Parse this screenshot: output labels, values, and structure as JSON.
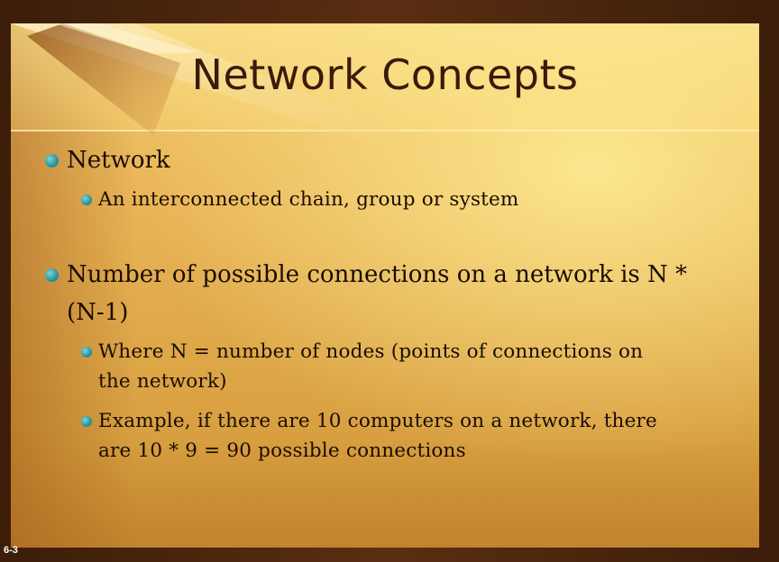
{
  "slide": {
    "title": "Network Concepts",
    "slide_number": "6-3",
    "bullets": [
      {
        "text": "Network",
        "sub": [
          {
            "lines": [
              "An interconnected chain, group or system"
            ]
          }
        ]
      },
      {
        "lines": [
          "Number of possible connections on a network is N *",
          "(N-1)"
        ],
        "sub": [
          {
            "lines": [
              "Where N = number of nodes (points of connections on",
              "the network)"
            ]
          },
          {
            "lines": [
              "Example, if there are 10 computers on a network, there",
              "are 10 * 9 = 90 possible connections"
            ]
          }
        ]
      }
    ]
  },
  "colors": {
    "background_frame": "#3b1d0a",
    "panel": "#e8b456",
    "title_text": "#3a1a08",
    "body_text": "#1a0c04",
    "bullet": "#2c9aa2"
  },
  "icons": {
    "bullet": "teal-sphere-bullet-icon"
  }
}
